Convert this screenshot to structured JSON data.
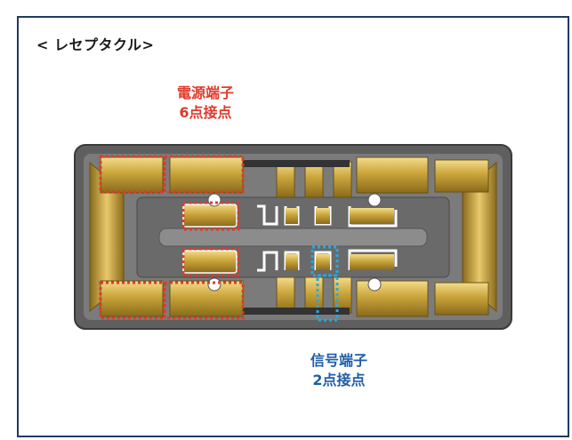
{
  "title": "< レセプタクル>",
  "labels": {
    "power": {
      "line1": "電源端子",
      "line2": "6点接点"
    },
    "signal": {
      "line1": "信号端子",
      "line2": "2点接点"
    }
  },
  "colors": {
    "frame": "#1f3b63",
    "power": "#e03a2b",
    "signal": "#1d5ea8",
    "signal_highlight": "#29a8e0",
    "gold": "#c9a43a",
    "housing": "#5a5a5a"
  }
}
